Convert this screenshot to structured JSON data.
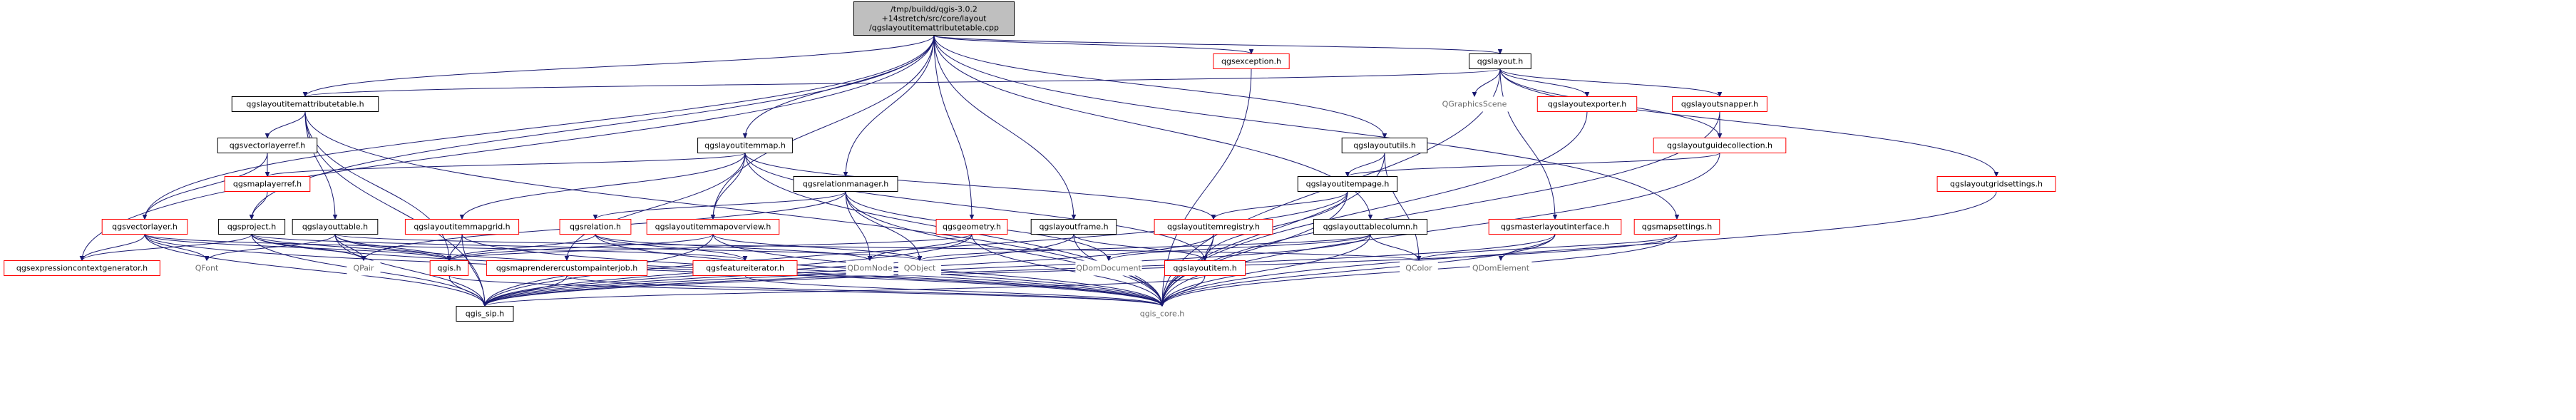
{
  "diagram": {
    "type": "dependency-graph",
    "colors": {
      "edge": "#191970",
      "root_fill": "#bfbfbf",
      "node_border": "#000000",
      "missing_border": "#ff0000",
      "external_text": "#6b6b6b"
    },
    "nodes": [
      {
        "id": "root",
        "style": "root",
        "lines": [
          "/tmp/buildd/qgis-3.0.2",
          "+14stretch/src/core/layout",
          "/qgslayoutitemattributetable.cpp"
        ]
      },
      {
        "id": "qgslayoutitemattributetable",
        "style": "black",
        "lines": [
          "qgslayoutitemattributetable.h"
        ]
      },
      {
        "id": "qgslayout",
        "style": "black",
        "lines": [
          "qgslayout.h"
        ]
      },
      {
        "id": "qgsexception",
        "style": "red",
        "lines": [
          "qgsexception.h"
        ]
      },
      {
        "id": "qgslayoutitemmap",
        "style": "black",
        "lines": [
          "qgslayoutitemmap.h"
        ]
      },
      {
        "id": "qgsvectorlayerref",
        "style": "black",
        "lines": [
          "qgsvectorlayerref.h"
        ]
      },
      {
        "id": "qgsmaplayerref",
        "style": "red",
        "lines": [
          "qgsmaplayerref.h"
        ]
      },
      {
        "id": "qgslayoututils",
        "style": "black",
        "lines": [
          "qgslayoututils.h"
        ]
      },
      {
        "id": "qgsgraphicsscene",
        "style": "plain",
        "lines": [
          "QGraphicsScene"
        ]
      },
      {
        "id": "qgslayoutexporter",
        "style": "red",
        "lines": [
          "qgslayoutexporter.h"
        ]
      },
      {
        "id": "qgslayoutsnapper",
        "style": "red",
        "lines": [
          "qgslayoutsnapper.h"
        ]
      },
      {
        "id": "qgslayoutguidecollection",
        "style": "red",
        "lines": [
          "qgslayoutguidecollection.h"
        ]
      },
      {
        "id": "qgslayoutgridsettings",
        "style": "red",
        "lines": [
          "qgslayoutgridsettings.h"
        ]
      },
      {
        "id": "qgsrelationmanager",
        "style": "black",
        "lines": [
          "qgsrelationmanager.h"
        ]
      },
      {
        "id": "qgslayoutitempage",
        "style": "black",
        "lines": [
          "qgslayoutitempage.h"
        ]
      },
      {
        "id": "qgsvectorlayer",
        "style": "red",
        "lines": [
          "qgsvectorlayer.h"
        ]
      },
      {
        "id": "qgsproject",
        "style": "black",
        "lines": [
          "qgsproject.h"
        ]
      },
      {
        "id": "qgslayouttable",
        "style": "black",
        "lines": [
          "qgslayouttable.h"
        ]
      },
      {
        "id": "qgslayoutitemmapgrid",
        "style": "red",
        "lines": [
          "qgslayoutitemmapgrid.h"
        ]
      },
      {
        "id": "qgsrelation",
        "style": "red",
        "lines": [
          "qgsrelation.h"
        ]
      },
      {
        "id": "qgslayoutitemmapoverview",
        "style": "red",
        "lines": [
          "qgslayoutitemmapoverview.h"
        ]
      },
      {
        "id": "qgsgeometry",
        "style": "red",
        "lines": [
          "qgsgeometry.h"
        ]
      },
      {
        "id": "qgslayoutframe",
        "style": "black",
        "lines": [
          "qgslayoutframe.h"
        ]
      },
      {
        "id": "qgslayoutitemregistry",
        "style": "red",
        "lines": [
          "qgslayoutitemregistry.h"
        ]
      },
      {
        "id": "qgslayouttablecolumn",
        "style": "black",
        "lines": [
          "qgslayouttablecolumn.h"
        ]
      },
      {
        "id": "qgsmasterlayoutinterface",
        "style": "red",
        "lines": [
          "qgsmasterlayoutinterface.h"
        ]
      },
      {
        "id": "qgsmapsettings",
        "style": "red",
        "lines": [
          "qgsmapsettings.h"
        ]
      },
      {
        "id": "qgsexpressioncontextgenerator",
        "style": "red",
        "lines": [
          "qgsexpressioncontextgenerator.h"
        ]
      },
      {
        "id": "qfont",
        "style": "plain",
        "lines": [
          "QFont"
        ]
      },
      {
        "id": "qpair",
        "style": "plain",
        "lines": [
          "QPair"
        ]
      },
      {
        "id": "qgis",
        "style": "red",
        "lines": [
          "qgis.h"
        ]
      },
      {
        "id": "qgsmaprenderercustompainterjob",
        "style": "red",
        "lines": [
          "qgsmaprenderercustompainterjob.h"
        ]
      },
      {
        "id": "qgsfeatureiterator",
        "style": "red",
        "lines": [
          "qgsfeatureiterator.h"
        ]
      },
      {
        "id": "qdomnode",
        "style": "plain",
        "lines": [
          "QDomNode"
        ]
      },
      {
        "id": "qobject",
        "style": "plain",
        "lines": [
          "QObject"
        ]
      },
      {
        "id": "qdomdocument",
        "style": "plain",
        "lines": [
          "QDomDocument"
        ]
      },
      {
        "id": "qgslayoutitem",
        "style": "red",
        "lines": [
          "qgslayoutitem.h"
        ]
      },
      {
        "id": "qcolor",
        "style": "plain",
        "lines": [
          "QColor"
        ]
      },
      {
        "id": "qdomelement",
        "style": "plain",
        "lines": [
          "QDomElement"
        ]
      },
      {
        "id": "qgis_sip",
        "style": "black",
        "lines": [
          "qgis_sip.h"
        ]
      },
      {
        "id": "qgis_core",
        "style": "plain",
        "lines": [
          "qgis_core.h"
        ]
      }
    ],
    "edges": [
      [
        "root",
        "qgslayoutitemattributetable"
      ],
      [
        "root",
        "qgslayout"
      ],
      [
        "root",
        "qgsexception"
      ],
      [
        "root",
        "qgslayoutitemmap"
      ],
      [
        "root",
        "qgsvectorlayer"
      ],
      [
        "root",
        "qgsproject"
      ],
      [
        "root",
        "qgsrelationmanager"
      ],
      [
        "root",
        "qgsgeometry"
      ],
      [
        "root",
        "qgslayoutframe"
      ],
      [
        "root",
        "qgslayoututils"
      ],
      [
        "root",
        "qgslayouttablecolumn"
      ],
      [
        "root",
        "qgsmapsettings"
      ],
      [
        "root",
        "qgsexpressioncontextgenerator"
      ],
      [
        "root",
        "qgslayoutitemmapoverview"
      ],
      [
        "qgslayoutitemattributetable",
        "qgsvectorlayerref"
      ],
      [
        "qgslayoutitemattributetable",
        "qgslayouttable"
      ],
      [
        "qgslayoutitemattributetable",
        "qgis_sip"
      ],
      [
        "qgslayoutitemattributetable",
        "qgis_core"
      ],
      [
        "qgslayoutitemattributetable",
        "qgis"
      ],
      [
        "qgsvectorlayerref",
        "qgsmaplayerref"
      ],
      [
        "qgsvectorlayerref",
        "qgsvectorlayer"
      ],
      [
        "qgsmaplayerref",
        "qgsproject"
      ],
      [
        "qgslayout",
        "qgsgraphicsscene"
      ],
      [
        "qgslayout",
        "qgslayoutexporter"
      ],
      [
        "qgslayout",
        "qgslayoutsnapper"
      ],
      [
        "qgslayout",
        "qgslayoutguidecollection"
      ],
      [
        "qgslayout",
        "qgslayoutgridsettings"
      ],
      [
        "qgslayout",
        "qgsmasterlayoutinterface"
      ],
      [
        "qgslayout",
        "qgis_core"
      ],
      [
        "qgslayout",
        "qgslayoutitemattributetable"
      ],
      [
        "qgslayoutsnapper",
        "qgslayoutguidecollection"
      ],
      [
        "qgslayoutsnapper",
        "qgis_core"
      ],
      [
        "qgslayoutexporter",
        "qgis_core"
      ],
      [
        "qgslayoutguidecollection",
        "qgslayoutitempage"
      ],
      [
        "qgslayoutguidecollection",
        "qgis_core"
      ],
      [
        "qgslayoutgridsettings",
        "qgis_core"
      ],
      [
        "qgsexception",
        "qgis_core"
      ],
      [
        "qgslayoutitemmap",
        "qgsmaplayerref"
      ],
      [
        "qgslayoutitemmap",
        "qgslayoutitemmapgrid"
      ],
      [
        "qgslayoutitemmap",
        "qgslayoutitemmapoverview"
      ],
      [
        "qgslayoutitemmap",
        "qgsmaprenderercustompainterjob"
      ],
      [
        "qgslayoutitemmap",
        "qgslayoutitemregistry"
      ],
      [
        "qgslayoutitemmap",
        "qgslayoutitem"
      ],
      [
        "qgslayoutitemmap",
        "qgis_core"
      ],
      [
        "qgslayoututils",
        "qgslayoutitempage"
      ],
      [
        "qgslayoututils",
        "qgsfont_dummy"
      ],
      [
        "qgslayoututils",
        "qcolor"
      ],
      [
        "qgslayoututils",
        "qgis_core"
      ],
      [
        "qgslayoutitempage",
        "qgslayoutitemregistry"
      ],
      [
        "qgslayoutitempage",
        "qgslayoutitem"
      ],
      [
        "qgslayoutitempage",
        "qgis_sip"
      ],
      [
        "qgslayoutitempage",
        "qgis_core"
      ],
      [
        "qgsrelationmanager",
        "qgsrelation"
      ],
      [
        "qgsrelationmanager",
        "qdomnode"
      ],
      [
        "qgsrelationmanager",
        "qobject"
      ],
      [
        "qgsrelationmanager",
        "qdomdocument"
      ],
      [
        "qgsrelationmanager",
        "qgis_core"
      ],
      [
        "qgsrelationmanager",
        "qpair"
      ],
      [
        "qgsvectorlayer",
        "qgsexpressioncontextgenerator"
      ],
      [
        "qgsvectorlayer",
        "qfont"
      ],
      [
        "qgsvectorlayer",
        "qgis"
      ],
      [
        "qgsvectorlayer",
        "qgis_sip"
      ],
      [
        "qgsvectorlayer",
        "qgis_core"
      ],
      [
        "qgsvectorlayer",
        "qgsfeatureiterator"
      ],
      [
        "qgsproject",
        "qgsexpressioncontextgenerator"
      ],
      [
        "qgsproject",
        "qpair"
      ],
      [
        "qgsproject",
        "qgis"
      ],
      [
        "qgsproject",
        "qgis_sip"
      ],
      [
        "qgsproject",
        "qgis_core"
      ],
      [
        "qgsproject",
        "qobject"
      ],
      [
        "qgslayouttable",
        "qfont"
      ],
      [
        "qgslayouttable",
        "qpair"
      ],
      [
        "qgslayouttable",
        "qgis"
      ],
      [
        "qgslayouttable",
        "qcolor"
      ],
      [
        "qgslayouttable",
        "qgis_sip"
      ],
      [
        "qgslayouttable",
        "qgis_core"
      ],
      [
        "qgslayoutitemmapgrid",
        "qgis"
      ],
      [
        "qgslayoutitemmapgrid",
        "qgis_sip"
      ],
      [
        "qgslayoutitemmapgrid",
        "qgis_core"
      ],
      [
        "qgsrelation",
        "qgis"
      ],
      [
        "qgsrelation",
        "qgsfeatureiterator"
      ],
      [
        "qgsrelation",
        "qdomnode"
      ],
      [
        "qgsrelation",
        "qgis_core"
      ],
      [
        "qgslayoutitemmapoverview",
        "qgis"
      ],
      [
        "qgslayoutitemmapoverview",
        "qgis_sip"
      ],
      [
        "qgslayoutitemmapoverview",
        "qgis_core"
      ],
      [
        "qgslayoutitemmapoverview",
        "qobject"
      ],
      [
        "qgsgeometry",
        "qgis"
      ],
      [
        "qgsgeometry",
        "qdomnode"
      ],
      [
        "qgsgeometry",
        "qgis_sip"
      ],
      [
        "qgsgeometry",
        "qgis_core"
      ],
      [
        "qgslayoutframe",
        "qgslayoutitem"
      ],
      [
        "qgslayoutframe",
        "qgis_core"
      ],
      [
        "qgslayoutframe",
        "qgis_sip"
      ],
      [
        "qgslayoutitemregistry",
        "qgslayoutitem"
      ],
      [
        "qgslayoutitemregistry",
        "qgis_sip"
      ],
      [
        "qgslayoutitemregistry",
        "qgis_core"
      ],
      [
        "qgslayouttablecolumn",
        "qdomdocument"
      ],
      [
        "qgslayouttablecolumn",
        "qobject"
      ],
      [
        "qgslayouttablecolumn",
        "qcolor"
      ],
      [
        "qgslayouttablecolumn",
        "qgis_core"
      ],
      [
        "qgslayouttablecolumn",
        "qgis_sip"
      ],
      [
        "qgsmasterlayoutinterface",
        "qdomelement"
      ],
      [
        "qgsmasterlayoutinterface",
        "qgis_sip"
      ],
      [
        "qgsmasterlayoutinterface",
        "qgis_core"
      ],
      [
        "qgsmapsettings",
        "qcolor"
      ],
      [
        "qgsmapsettings",
        "qgis_sip"
      ],
      [
        "qgsmapsettings",
        "qgis_core"
      ],
      [
        "qgis",
        "qgis_sip"
      ],
      [
        "qgis",
        "qgis_core"
      ],
      [
        "qgsmaprenderercustompainterjob",
        "qgis_sip"
      ],
      [
        "qgsmaprenderercustompainterjob",
        "qgis_core"
      ],
      [
        "qgsfeatureiterator",
        "qgis_core"
      ],
      [
        "qgslayoutitem",
        "qgis_core"
      ],
      [
        "qgslayoutitem",
        "qgis_sip"
      ]
    ]
  }
}
